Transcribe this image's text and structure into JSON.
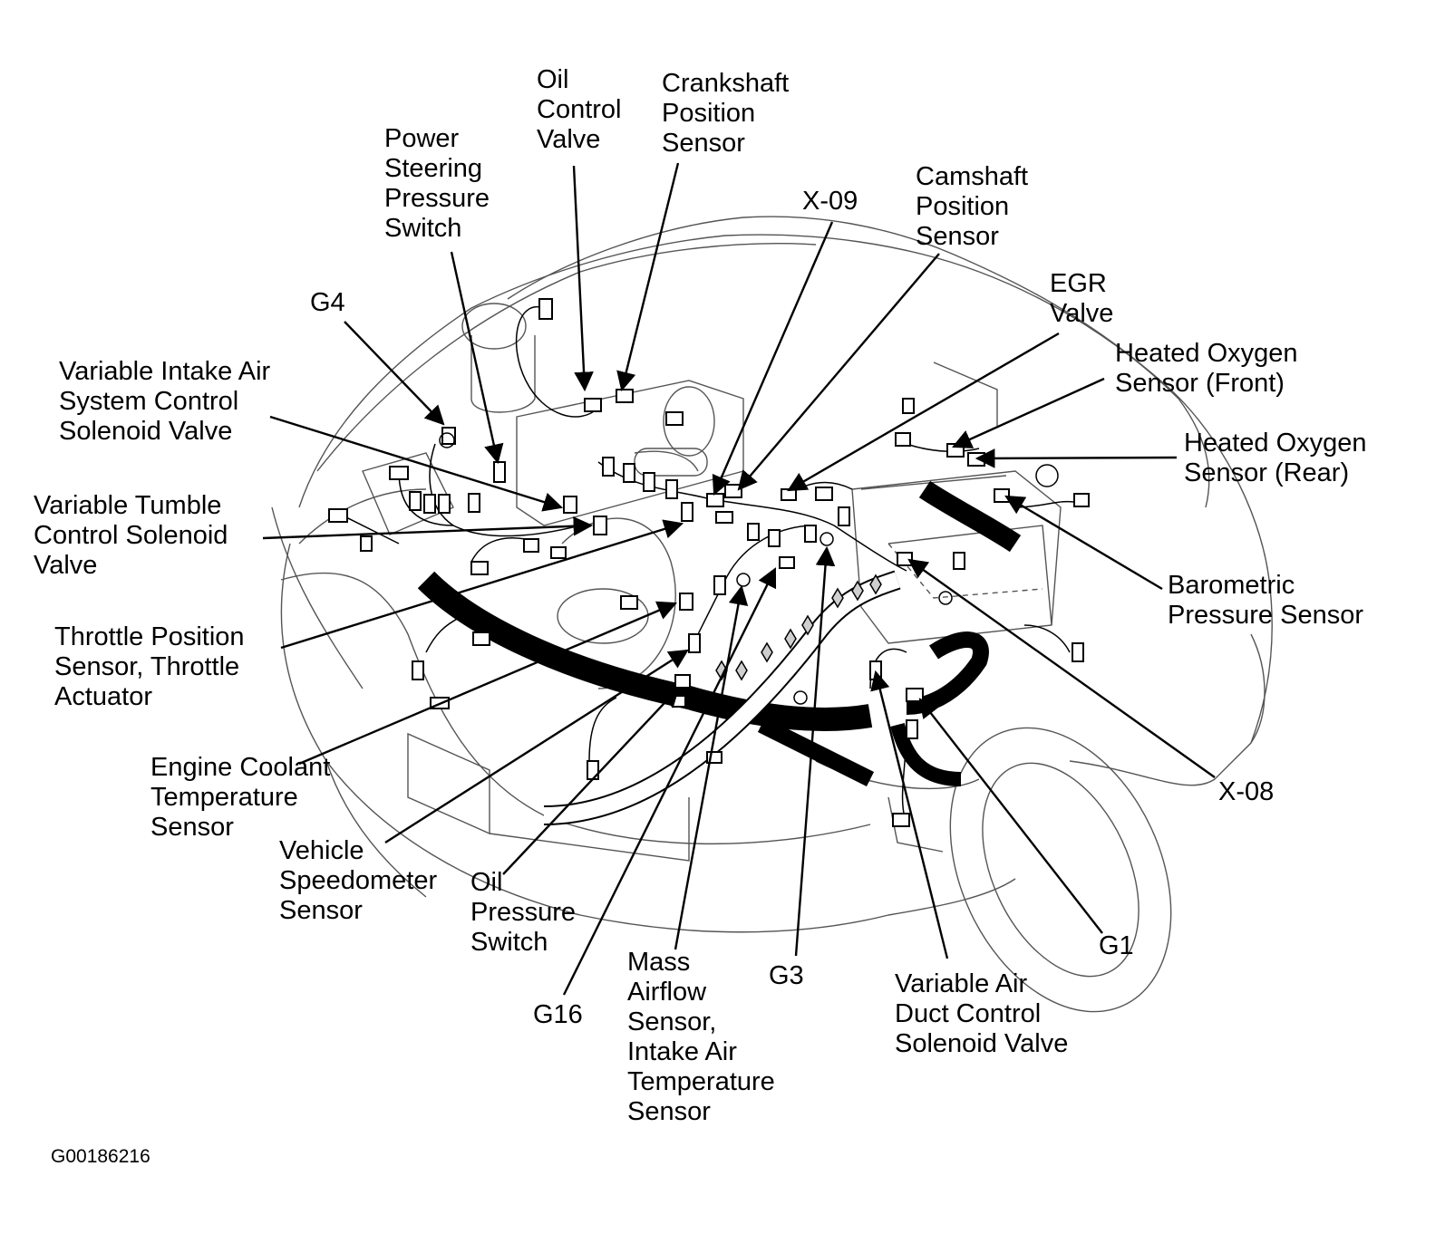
{
  "labels": {
    "oil_control_valve": [
      "Oil",
      "Control",
      "Valve"
    ],
    "crankshaft_position_sensor": [
      "Crankshaft",
      "Position",
      "Sensor"
    ],
    "power_steering_pressure_switch": [
      "Power",
      "Steering",
      "Pressure",
      "Switch"
    ],
    "camshaft_position_sensor": [
      "Camshaft",
      "Position",
      "Sensor"
    ],
    "x09": [
      "X-09"
    ],
    "g4": [
      "G4"
    ],
    "egr_valve": [
      "EGR",
      "Valve"
    ],
    "variable_intake_air": [
      "Variable Intake Air",
      "System Control",
      "Solenoid Valve"
    ],
    "heated_oxygen_front": [
      "Heated Oxygen",
      "Sensor (Front)"
    ],
    "heated_oxygen_rear": [
      "Heated Oxygen",
      "Sensor (Rear)"
    ],
    "variable_tumble": [
      "Variable Tumble",
      "Control Solenoid",
      "Valve"
    ],
    "barometric_pressure": [
      "Barometric",
      "Pressure Sensor"
    ],
    "throttle_position": [
      "Throttle Position",
      "Sensor, Throttle",
      "Actuator"
    ],
    "engine_coolant_temp": [
      "Engine Coolant",
      "Temperature",
      "Sensor"
    ],
    "x08": [
      "X-08"
    ],
    "vehicle_speedometer": [
      "Vehicle",
      "Speedometer",
      "Sensor"
    ],
    "oil_pressure_switch": [
      "Oil",
      "Pressure",
      "Switch"
    ],
    "g1": [
      "G1"
    ],
    "mass_airflow": [
      "Mass",
      "Airflow",
      "Sensor,",
      "Intake Air",
      "Temperature",
      "Sensor"
    ],
    "g3": [
      "G3"
    ],
    "variable_air_duct": [
      "Variable Air",
      "Duct Control",
      "Solenoid Valve"
    ],
    "g16": [
      "G16"
    ]
  },
  "figure_id": "G00186216"
}
